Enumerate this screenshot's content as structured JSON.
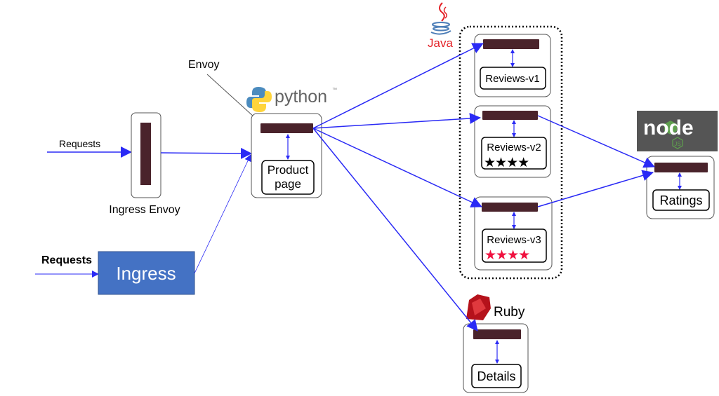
{
  "colors": {
    "arrow": "#2a2af5",
    "sidecar": "#4a232b",
    "ingress": "#4472C4",
    "node_bg": "#555555",
    "java_red": "#e32026",
    "ruby_red": "#b5121b",
    "star_red": "#f0113f"
  },
  "labels": {
    "requests_top": "Requests",
    "requests_bottom": "Requests",
    "ingress_envoy": "Ingress Envoy",
    "ingress": "Ingress",
    "envoy": "Envoy"
  },
  "logos": {
    "python": "python",
    "python_tm": "™",
    "java": "Java",
    "ruby": "Ruby",
    "node": "node",
    "node_js": "JS"
  },
  "services": {
    "productpage": {
      "line1": "Product",
      "line2": "page"
    },
    "reviews_v1": {
      "label": "Reviews-v1"
    },
    "reviews_v2": {
      "label": "Reviews-v2",
      "stars": "★★★★",
      "star_color": "black"
    },
    "reviews_v3": {
      "label": "Reviews-v3",
      "stars": "★★★★",
      "star_color": "red"
    },
    "ratings": {
      "label": "Ratings"
    },
    "details": {
      "label": "Details"
    }
  }
}
